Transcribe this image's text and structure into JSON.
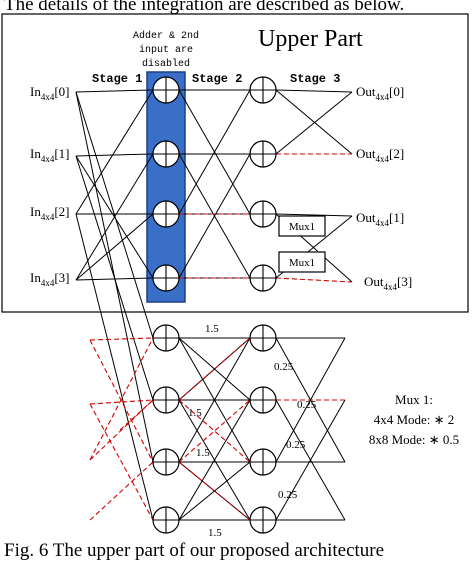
{
  "header_text": "The details of the integration are described as below.",
  "caption": "Fig. 6 The upper part of our proposed architecture",
  "upper_part_title": "Upper Part",
  "disabled_note": [
    "Adder & 2nd",
    "input are",
    "disabled"
  ],
  "stage_labels": [
    "Stage 1",
    "Stage 2",
    "Stage 3"
  ],
  "inputs": [
    {
      "base": "In",
      "sub": "4x4",
      "idx": "[0]"
    },
    {
      "base": "In",
      "sub": "4x4",
      "idx": "[1]"
    },
    {
      "base": "In",
      "sub": "4x4",
      "idx": "[2]"
    },
    {
      "base": "In",
      "sub": "4x4",
      "idx": "[3]"
    }
  ],
  "outputs": [
    {
      "base": "Out",
      "sub": "4x4",
      "idx": "[0]"
    },
    {
      "base": "Out",
      "sub": "4x4",
      "idx": "[2]"
    },
    {
      "base": "Out",
      "sub": "4x4",
      "idx": "[1]"
    },
    {
      "base": "Out",
      "sub": "4x4",
      "idx": "[3]"
    }
  ],
  "mux_label": "Mux1",
  "weights": [
    "1.5",
    "0.25",
    "1.5",
    "0.25",
    "1.5",
    "0.25",
    "1.5",
    "0.25"
  ],
  "mux_note": [
    "Mux 1:",
    "4x4 Mode: ∗ 2",
    "8x8 Mode: ∗ 0.5"
  ],
  "colors": {
    "line": "#000000",
    "dashed": "#d40000",
    "highlight_fill": "#3a6fc8",
    "highlight_stroke": "#1c3f82",
    "node_fill": "#ffffff"
  }
}
